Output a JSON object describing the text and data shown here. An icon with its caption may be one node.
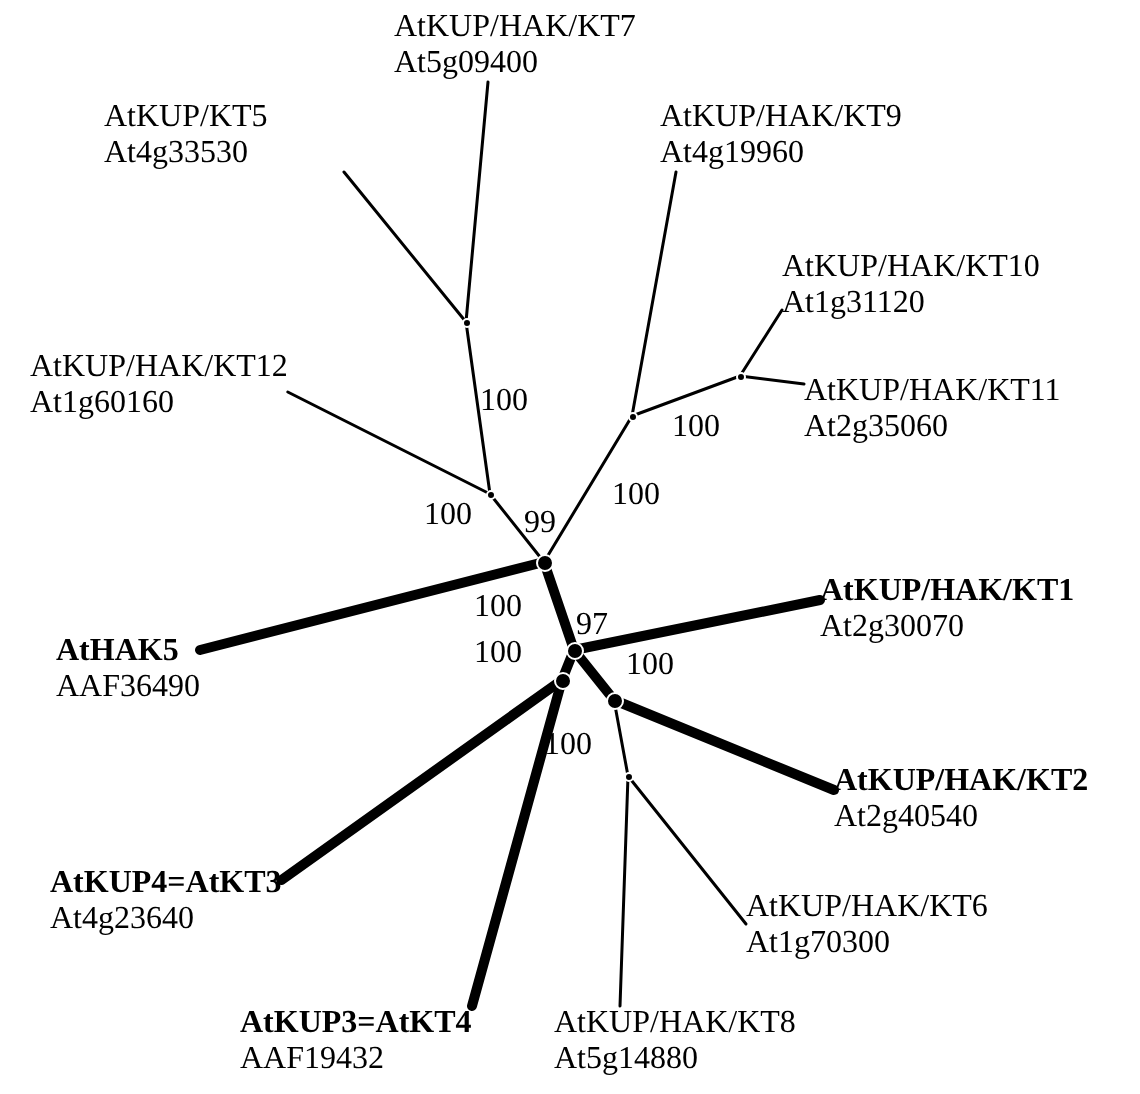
{
  "diagram": {
    "nodes": [
      {
        "text": [
          "AtKUP/HAK/KT7",
          "At5g09400"
        ]
      },
      {
        "text": [
          "AtKUP/KT5",
          "At4g33530"
        ]
      },
      {
        "text": [
          "AtKUP/HAK/KT9",
          "At4g19960"
        ]
      },
      {
        "text": [
          "AtKUP/HAK/KT10",
          "At1g31120"
        ]
      },
      {
        "text": [
          "AtKUP/HAK/KT12",
          "At1g60160"
        ]
      },
      {
        "text": [
          "AtKUP/HAK/KT11",
          "At2g35060"
        ]
      },
      {
        "text": [
          "AtHAK5",
          "AAF36490"
        ]
      },
      {
        "text": [
          "AtKUP/HAK/KT1",
          "At2g30070"
        ]
      },
      {
        "text": [
          "AtKUP/HAK/KT2",
          "At2g40540"
        ]
      },
      {
        "text": [
          "AtKUP/HAK/KT6",
          "At1g70300"
        ]
      },
      {
        "text": [
          "AtKUP4=AtKT3",
          "At4g23640"
        ]
      },
      {
        "text": [
          "AtKUP/HAK/KT8",
          "At5g14880"
        ]
      },
      {
        "text": [
          "AtKUP3=AtKT4",
          "AAF19432"
        ]
      },
      {
        "text": [],
        "shape": "point"
      },
      {
        "text": [],
        "shape": "point"
      },
      {
        "text": [],
        "shape": "point"
      },
      {
        "text": [],
        "shape": "point"
      },
      {
        "text": [],
        "shape": "point"
      },
      {
        "text": [],
        "shape": "point"
      },
      {
        "text": [],
        "shape": "point"
      },
      {
        "text": [],
        "shape": "point"
      },
      {
        "text": [],
        "shape": "point"
      }
    ],
    "edges": [
      {
        "from": 13,
        "to": 0,
        "arrow": "none"
      },
      {
        "from": 13,
        "to": 1,
        "arrow": "none"
      },
      {
        "from": 14,
        "to": 13,
        "arrow": "none"
      },
      {
        "from": 14,
        "to": 4,
        "arrow": "none"
      },
      {
        "from": 17,
        "to": 14,
        "arrow": "none"
      },
      {
        "from": 15,
        "to": 2,
        "arrow": "none"
      },
      {
        "from": 15,
        "to": 16,
        "arrow": "none"
      },
      {
        "from": 16,
        "to": 3,
        "arrow": "none"
      },
      {
        "from": 16,
        "to": 5,
        "arrow": "none"
      },
      {
        "from": 17,
        "to": 15,
        "arrow": "none"
      },
      {
        "from": 17,
        "to": 6,
        "arrow": "none",
        "style": "thick"
      },
      {
        "from": 17,
        "to": 18,
        "arrow": "none",
        "style": "thick"
      },
      {
        "from": 18,
        "to": 7,
        "arrow": "none",
        "style": "thick"
      },
      {
        "from": 18,
        "to": 19,
        "arrow": "none",
        "style": "thick"
      },
      {
        "from": 19,
        "to": 8,
        "arrow": "none",
        "style": "thick"
      },
      {
        "from": 19,
        "to": 20,
        "arrow": "none"
      },
      {
        "from": 20,
        "to": 9,
        "arrow": "none"
      },
      {
        "from": 20,
        "to": 11,
        "arrow": "none"
      },
      {
        "from": 18,
        "to": 21,
        "arrow": "none",
        "style": "thick"
      },
      {
        "from": 21,
        "to": 10,
        "arrow": "none",
        "style": "thick"
      },
      {
        "from": 21,
        "to": 12,
        "arrow": "none",
        "style": "thick"
      }
    ],
    "labels": [
      "100",
      "100",
      "100",
      "99",
      "100",
      "100",
      "97",
      "100",
      "100",
      "100"
    ]
  }
}
